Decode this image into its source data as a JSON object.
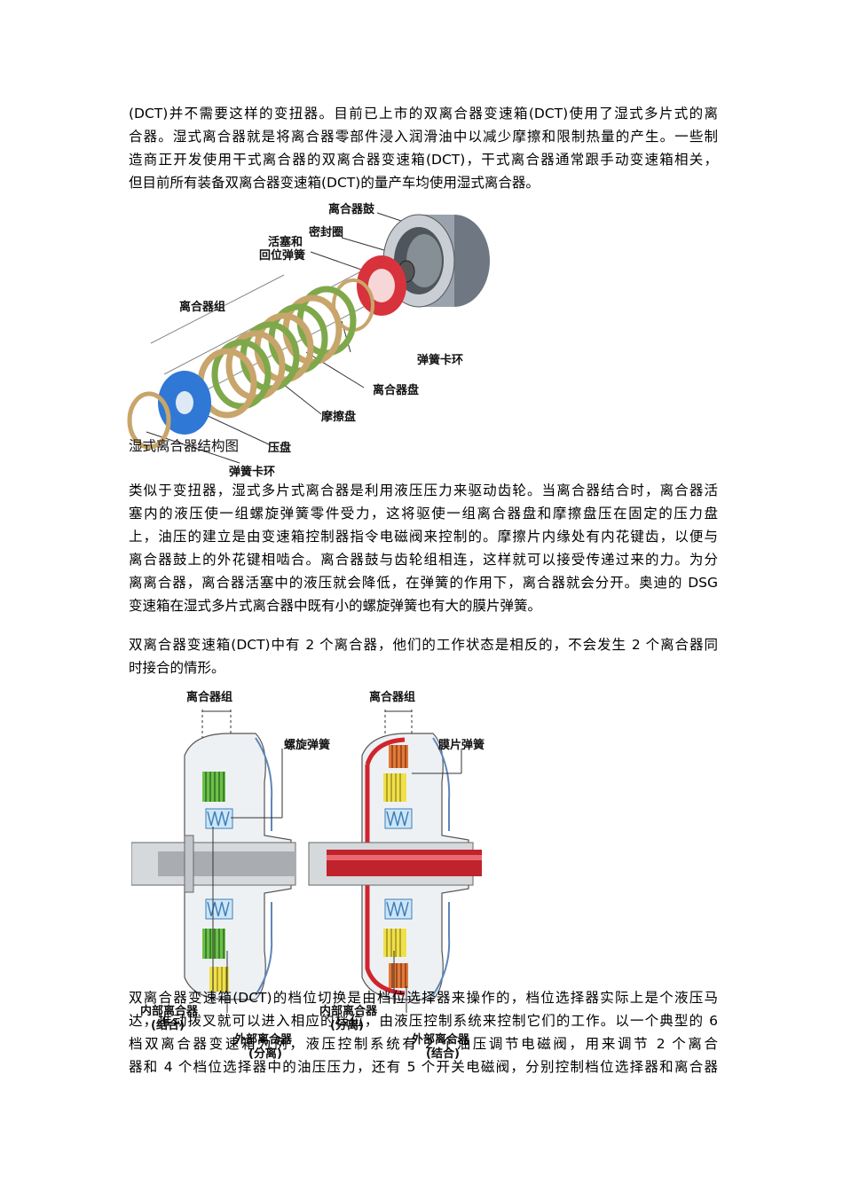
{
  "paragraphs": {
    "p1": [
      "(DCT)并不需要这样的变扭器。目前已上市的双离合器变速箱(DCT)使用了湿式多片式的离",
      "合器。湿式离合器就是将离合器零部件浸入润滑油中以减少摩擦和限制热量的产生。一些制",
      "造商正开发使用干式离合器的双离合器变速箱(DCT)，干式离合器通常跟手动变速箱相关，",
      "但目前所有装备双离合器变速箱(DCT)的量产车均使用湿式离合器。"
    ],
    "p2": [
      "类似于变扭器，湿式多片式离合器是利用液压压力来驱动齿轮。当离合器结合时，离合器活",
      "塞内的液压使一组螺旋弹簧零件受力，这将驱使一组离合器盘和摩擦盘压在固定的压力盘",
      "上，油压的建立是由变速箱控制器指令电磁阀来控制的。摩擦片内缘处有内花键齿，以便与",
      "离合器鼓上的外花键相啮合。离合器鼓与齿轮组相连，这样就可以接受传递过来的力。为分",
      "离离合器，离合器活塞中的液压就会降低，在弹簧的作用下，离合器就会分开。奥迪的 DSG",
      "变速箱在湿式多片式离合器中既有小的螺旋弹簧也有大的膜片弹簧。"
    ],
    "p3": [
      "双离合器变速箱(DCT)中有 2 个离合器，他们的工作状态是相反的，不会发生 2 个离合器同",
      "时接合的情形。"
    ],
    "p4": [
      "双离合器变速箱(DCT)的档位切换是由档位选择器来操作的，档位选择器实际上是个液压马",
      "达，推动拨叉就可以进入相应的档位，由液压控制系统来控制它们的工作。以一个典型的 6",
      "档双离合器变速箱为例，液压控制系统有 2 个油压调节电磁阀，用来调节 2 个离合",
      "器和 4 个档位选择器中的油压压力，还有 5 个开关电磁阀，分别控制档位选择器和离合器"
    ]
  },
  "figure1": {
    "caption": "湿式离合器结构图",
    "labels": {
      "drum": "离合器鼓",
      "seal": "密封圈",
      "piston1": "活塞和",
      "piston2": "回位弹簧",
      "pack": "离合器组",
      "snap1": "弹簧卡环",
      "plate": "离合器盘",
      "friction": "摩擦盘",
      "pressure": "压盘",
      "snap2": "弹簧卡环"
    }
  },
  "figure2": {
    "left": {
      "pack": "离合器组",
      "spring": "螺旋弹簧",
      "inner1": "内部离合器",
      "inner2": "(结合)",
      "outer1": "外部离合器",
      "outer2": "(分离)"
    },
    "right": {
      "pack": "离合器组",
      "spring": "膜片弹簧",
      "inner1": "内部离合器",
      "inner2": "(分离)",
      "outer1": "外部离合器",
      "outer2": "(结合)"
    }
  },
  "colors": {
    "drum": "#9aa3ad",
    "piston": "#d8323c",
    "friction_ring": "#c8a56a",
    "green_plate": "#7fa84a",
    "blue_pressure": "#2f78d6",
    "highlight_red": "#d0242c",
    "green_clutch": "#6cc04a",
    "yellow_clutch": "#f0e04a",
    "coil_blue": "#6bb0e0"
  }
}
